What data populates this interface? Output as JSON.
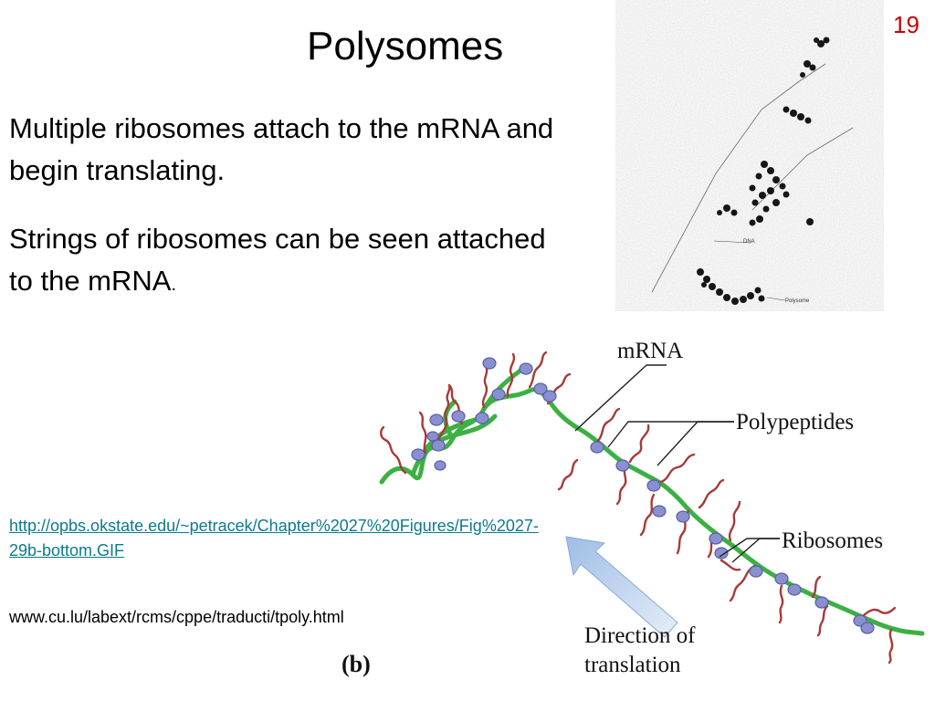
{
  "slide": {
    "number": "19",
    "title": "Polysomes",
    "paragraph1": "Multiple ribosomes attach to the mRNA and begin translating.",
    "paragraph2": "Strings of ribosomes can be seen attached to the mRNA",
    "paragraph2_end": "."
  },
  "references": {
    "link": "http://opbs.okstate.edu/~petracek/Chapter%2027%20Figures/Fig%2027-29b-bottom.GIF",
    "text": "www.cu.lu/labext/rcms/cppe/traducti/tpoly.html"
  },
  "micrograph": {
    "label_dna": "DNA",
    "label_polysome": "Polysome"
  },
  "diagram": {
    "label_mrna": "mRNA",
    "label_polypeptides": "Polypeptides",
    "label_ribosomes": "Ribosomes",
    "label_direction_line1": "Direction  of",
    "label_direction_line2": "translation",
    "panel_label": "(b)"
  },
  "colors": {
    "slide_number": "#cc0000",
    "link": "#0b7a8c",
    "mrna_strand": "#3cb043",
    "ribosome": "#8a8fd0",
    "polypeptide": "#a83a3a",
    "arrow": "#a9c4e6"
  }
}
